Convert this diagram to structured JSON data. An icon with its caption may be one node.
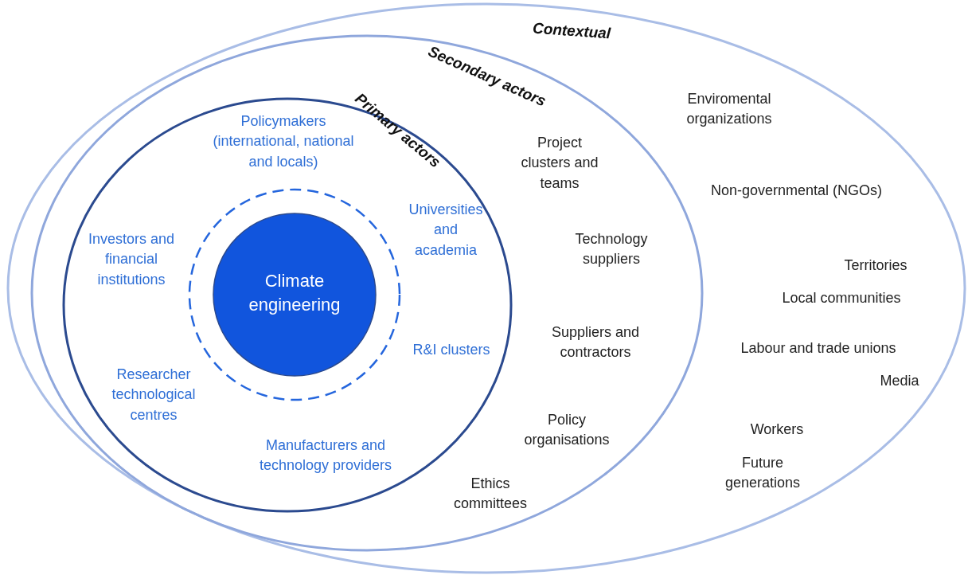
{
  "diagram": {
    "nodes": [
      {
        "text": [
          "Contextual"
        ]
      },
      {
        "text": [
          "Secondary actors"
        ],
        "in": 0
      },
      {
        "text": [
          "Primary actors"
        ],
        "in": 1
      },
      {
        "text": [],
        "shape": "circle",
        "in": 2
      },
      {
        "text": [
          "Climate engineering"
        ],
        "in": 3
      }
    ],
    "labels": [
      "Policymakers (international, national and locals)",
      "Project clusters and teams",
      "Enviromental organizations",
      "Non-governmental (NGOs)",
      "Universities and academia",
      "Investors and financial institutions",
      "Technology suppliers",
      "Territories",
      "Local communities",
      "R&I clusters",
      "Suppliers and contractors",
      "Labour and trade unions",
      "Media",
      "Researcher technological centres",
      "Policy organisations",
      "Workers",
      "Future generations",
      "Manufacturers and technology providers",
      "Ethics committees"
    ]
  }
}
